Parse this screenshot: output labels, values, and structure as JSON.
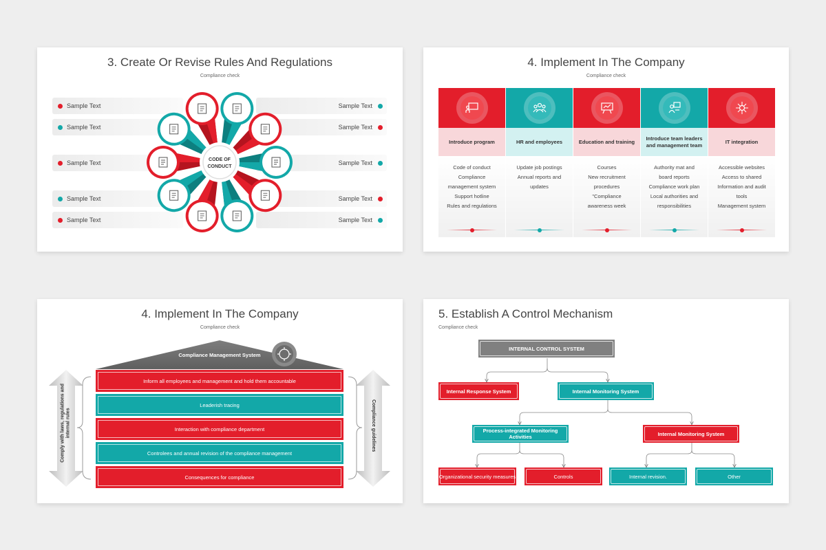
{
  "colors": {
    "red": "#e31e2b",
    "teal": "#13a8a8",
    "gray": "#7a7a7a",
    "light_red": "#f8d7da",
    "light_teal": "#d3f1f1"
  },
  "slide1": {
    "title": "3. Create Or Revise Rules And Regulations",
    "subtitle": "Compliance check",
    "center_label_1": "CODE OF",
    "center_label_2": "CONDUCT",
    "left_items": [
      {
        "text": "Sample Text",
        "color": "red"
      },
      {
        "text": "Sample Text",
        "color": "teal"
      },
      {
        "text": "Sample Text",
        "color": "red"
      },
      {
        "text": "Sample Text",
        "color": "teal"
      },
      {
        "text": "Sample Text",
        "color": "red"
      }
    ],
    "right_items": [
      {
        "text": "Sample Text",
        "color": "teal"
      },
      {
        "text": "Sample Text",
        "color": "red"
      },
      {
        "text": "Sample Text",
        "color": "teal"
      },
      {
        "text": "Sample Text",
        "color": "red"
      },
      {
        "text": "Sample Text",
        "color": "teal"
      }
    ],
    "petal_icons": [
      "document-search-icon",
      "checklist-icon",
      "edit-document-icon",
      "network-icon",
      "hand-coin-icon",
      "building-icon",
      "law-book-icon",
      "gear-hand-icon",
      "target-icon",
      "document-gear-icon"
    ]
  },
  "slide2": {
    "title": "4. Implement In The Company",
    "subtitle": "Compliance check",
    "columns": [
      {
        "label": "Introduce program",
        "color": "red",
        "icon": "presentation-icon",
        "items": [
          "Code of conduct",
          "Compliance",
          "management system",
          "Support hotline",
          "Rules and regulations"
        ]
      },
      {
        "label": "HR and employees",
        "color": "teal",
        "icon": "team-icon",
        "items": [
          "Update job postings",
          "Annual reports and",
          "updates"
        ]
      },
      {
        "label": "Education and training",
        "color": "red",
        "icon": "training-board-icon",
        "items": [
          "Courses",
          "New recruitment",
          "procedures",
          "\"Compliance",
          "awareness week"
        ]
      },
      {
        "label": "Introduce team leaders and management team",
        "color": "teal",
        "icon": "leader-icon",
        "items": [
          "Authority mat and",
          "board reports",
          "Compliance work plan",
          "Local authorities and",
          "responsibilities"
        ]
      },
      {
        "label": "IT integration",
        "color": "red",
        "icon": "circuit-icon",
        "items": [
          "Accessible websites",
          "Access to shared",
          "Information and audit",
          "tools",
          "Management system"
        ]
      }
    ]
  },
  "slide3": {
    "title": "4. Implement In The Company",
    "subtitle": "Compliance check",
    "roof_label": "Compliance Management System",
    "left_label": "Comply with laws, regulations and internal rules",
    "right_label": "Compliance guidelines",
    "bars": [
      {
        "text": "Inform all employees and management and hold them accountable",
        "color": "red"
      },
      {
        "text": "Leaderish tracing",
        "color": "teal"
      },
      {
        "text": "Interaction with compliance department",
        "color": "red"
      },
      {
        "text": "Controlees and annual revision of the compliance management",
        "color": "teal"
      },
      {
        "text": "Consequences for compliance",
        "color": "red"
      }
    ]
  },
  "slide4": {
    "title": "5. Establish A Control Mechanism",
    "subtitle": "Compliance check",
    "root": "INTERNAL CONTROL SYSTEM",
    "level1": [
      "Internal Response System",
      "Internal Monitoring System"
    ],
    "level2": [
      "Process-integrated Monitoring Activities",
      "Internal Monitoring System"
    ],
    "level3": [
      "Organizational security measures",
      "Controls",
      "Internal revision.",
      "Other"
    ]
  }
}
